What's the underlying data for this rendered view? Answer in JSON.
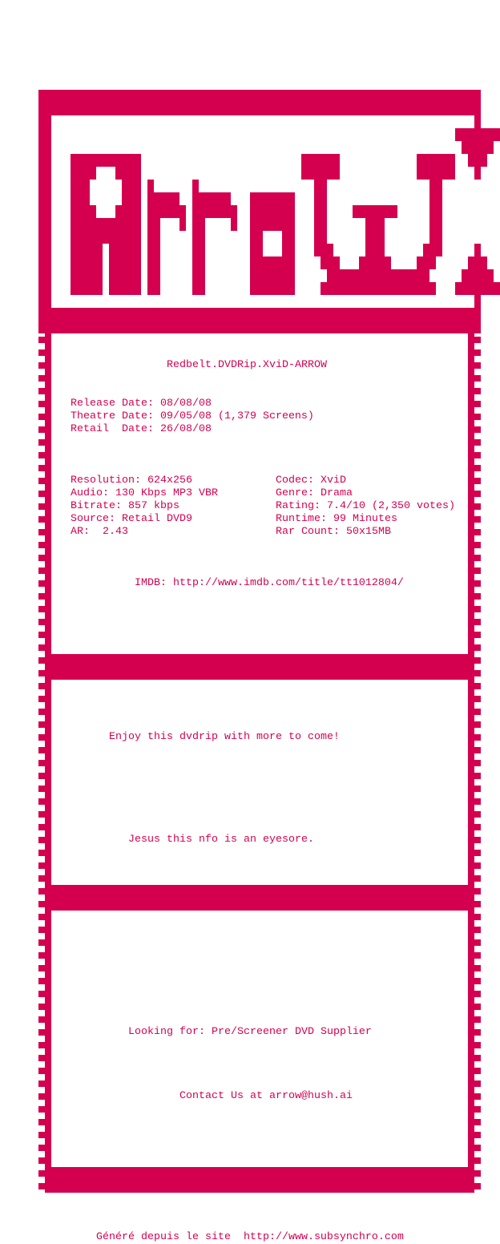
{
  "theme": {
    "accent": "#d4004f"
  },
  "logo": {
    "text": "ArroW"
  },
  "release": {
    "title": "Redbelt.DVDRip.XviD-ARROW",
    "dates": [
      "Release Date: 08/08/08",
      "Theatre Date: 09/05/08 (1,379 Screens)",
      "Retail  Date: 26/08/08"
    ],
    "left_specs": [
      "Resolution: 624x256",
      "Audio: 130 Kbps MP3 VBR",
      "Bitrate: 857 kbps",
      "Source: Retail DVD9",
      "AR:  2.43"
    ],
    "right_specs": [
      "Codec: XviD",
      "Genre: Drama",
      "Rating: 7.4/10 (2,350 votes)",
      "Runtime: 99 Minutes",
      "Rar Count: 50x15MB"
    ],
    "imdb": "IMDB: http://www.imdb.com/title/tt1012804/"
  },
  "notes": {
    "enjoy": "Enjoy this dvdrip with more to come!",
    "eyesore": "Jesus this nfo is an eyesore."
  },
  "contact": {
    "looking": "Looking for: Pre/Screener DVD Supplier",
    "contact": "Contact Us at arrow@hush.ai"
  },
  "footer": "Généré depuis le site  http://www.subsynchro.com"
}
